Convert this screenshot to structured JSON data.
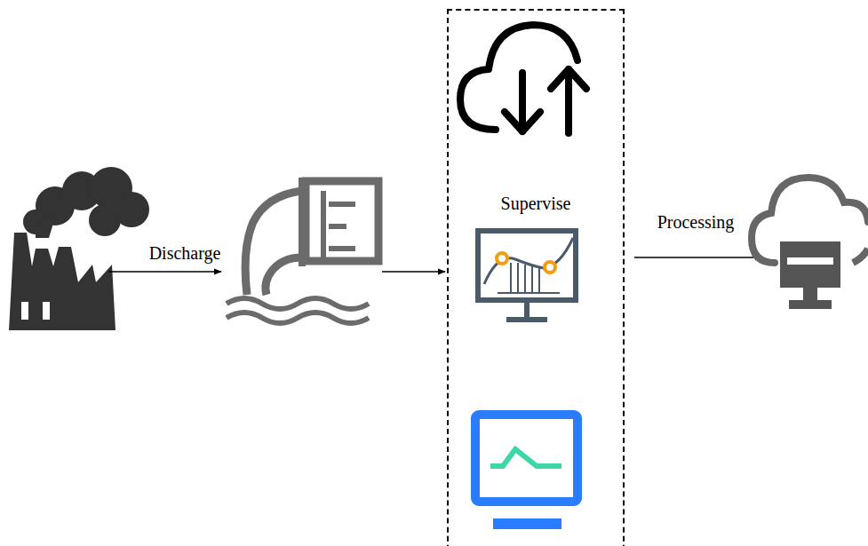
{
  "diagram": {
    "nodes": [
      {
        "text": [
          "Supervise"
        ]
      }
    ],
    "labels": [
      "Discharge",
      "Processing"
    ]
  }
}
